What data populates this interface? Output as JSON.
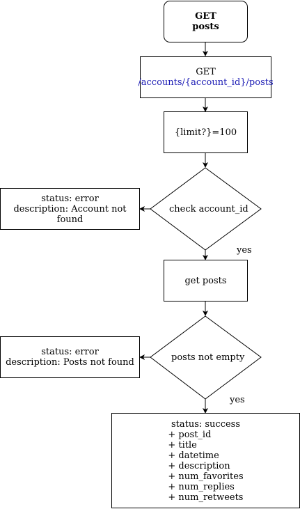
{
  "start": {
    "line1": "GET",
    "line2": "posts"
  },
  "endpoint": {
    "method": "GET",
    "path": "/accounts/{account_id}/posts"
  },
  "params": {
    "text": "{limit?}=100"
  },
  "decision1": {
    "text": "check account_id",
    "yes_label": "yes"
  },
  "error1": {
    "line1": "status: error",
    "line2": "description: Account not found"
  },
  "get_posts": {
    "text": "get posts"
  },
  "decision2": {
    "text": "posts not empty",
    "yes_label": "yes"
  },
  "error2": {
    "line1": "status: error",
    "line2": "description: Posts not found"
  },
  "success": {
    "status": "status: success",
    "fields": [
      "+ post_id",
      "+ title",
      "+ datetime",
      "+ description",
      "+ num_favorites",
      "+ num_replies",
      "+ num_retweets"
    ]
  }
}
